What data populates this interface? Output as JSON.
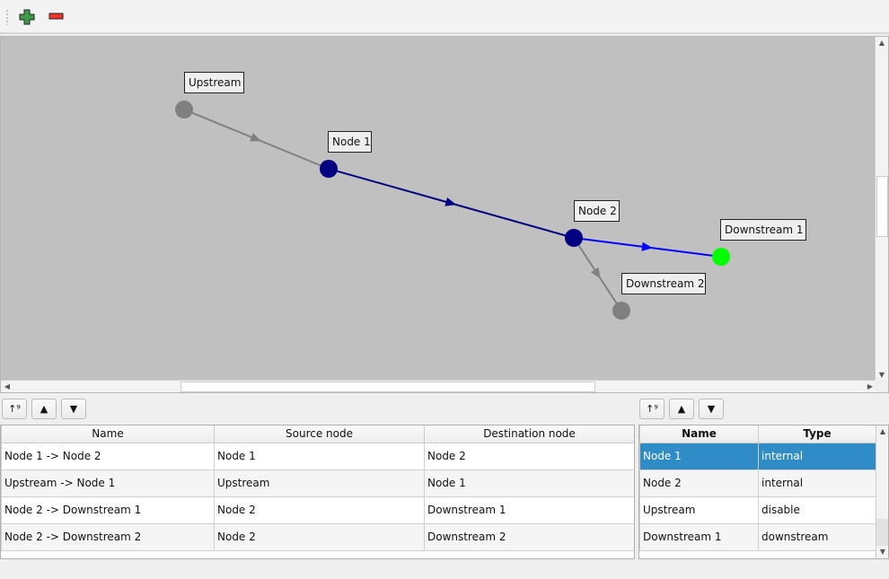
{
  "toolbar": {
    "add_icon": "plus-icon",
    "remove_icon": "minus-icon"
  },
  "graph": {
    "nodes": [
      {
        "id": "Upstream",
        "label": "Upstream",
        "color": "#808080"
      },
      {
        "id": "Node 1",
        "label": "Node 1",
        "color": "#000080"
      },
      {
        "id": "Node 2",
        "label": "Node 2",
        "color": "#000080"
      },
      {
        "id": "Downstream 1",
        "label": "Downstream 1",
        "color": "#00ff00"
      },
      {
        "id": "Downstream 2",
        "label": "Downstream 2",
        "color": "#808080"
      }
    ],
    "edges": [
      {
        "from": "Upstream",
        "to": "Node 1",
        "color": "#808080"
      },
      {
        "from": "Node 1",
        "to": "Node 2",
        "color": "#000080"
      },
      {
        "from": "Node 2",
        "to": "Downstream 1",
        "color": "#0000ff"
      },
      {
        "from": "Node 2",
        "to": "Downstream 2",
        "color": "#808080"
      }
    ]
  },
  "edges_table": {
    "columns": [
      "Name",
      "Source node",
      "Destination node"
    ],
    "rows": [
      [
        "Node 1 -> Node 2",
        "Node 1",
        "Node 2"
      ],
      [
        "Upstream -> Node 1",
        "Upstream",
        "Node 1"
      ],
      [
        "Node 2 -> Downstream 1",
        "Node 2",
        "Downstream 1"
      ],
      [
        "Node 2 -> Downstream 2",
        "Node 2",
        "Downstream 2"
      ]
    ]
  },
  "nodes_table": {
    "columns": [
      "Name",
      "Type"
    ],
    "rows": [
      [
        "Node 1",
        "internal"
      ],
      [
        "Node 2",
        "internal"
      ],
      [
        "Upstream",
        "disable"
      ],
      [
        "Downstream 1",
        "downstream"
      ]
    ],
    "selected_row": 0
  },
  "selection_color": "#308cc6"
}
